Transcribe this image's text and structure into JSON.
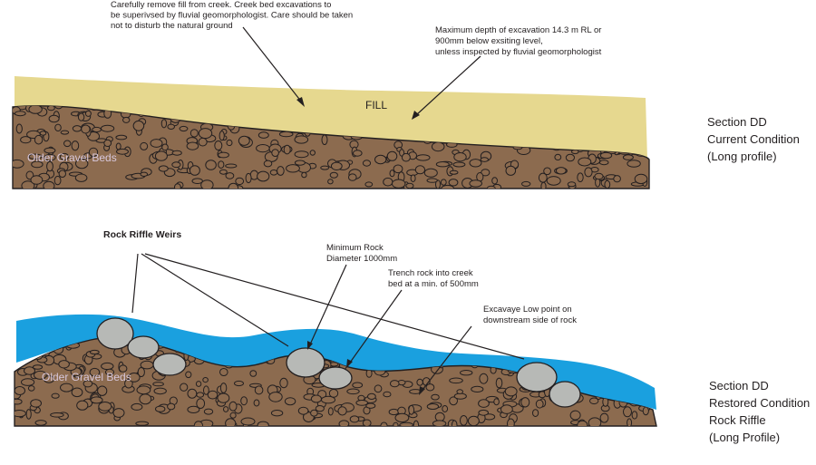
{
  "top_section": {
    "note_fill": [
      "Carefully remove fill from creek. Creek bed excavations to",
      "be superivsed by fluvial geomorphologist. Care should be taken",
      "not to disturb the natural ground"
    ],
    "note_depth": [
      "Maximum depth of excavation 14.3 m RL or",
      "900mm below exsiting level,",
      "unless inspected by fluvial geomorphologist"
    ],
    "fill_label": "FILL",
    "gravel_label": "Older Gravel Beds",
    "caption": [
      "Section DD",
      "Current Condition",
      "(Long profile)"
    ]
  },
  "bottom_section": {
    "weirs_label": "Rock Riffle Weirs",
    "note_min_rock": [
      "Minimum Rock",
      "Diameter 1000mm"
    ],
    "note_trench": [
      "Trench rock into creek",
      "bed at  a min. of 500mm"
    ],
    "note_low_point": [
      "Excavaye Low point on",
      "downstream side of rock"
    ],
    "gravel_label": "Older Gravel Beds",
    "caption": [
      "Section DD",
      "Restored Condition",
      "Rock Riffle",
      "(Long Profile)"
    ]
  },
  "colors": {
    "fill": "#e6d88f",
    "gravel": "#8c6b4f",
    "water": "#1aa0df",
    "rock": "#b7b9b6",
    "outline": "#231f20"
  }
}
